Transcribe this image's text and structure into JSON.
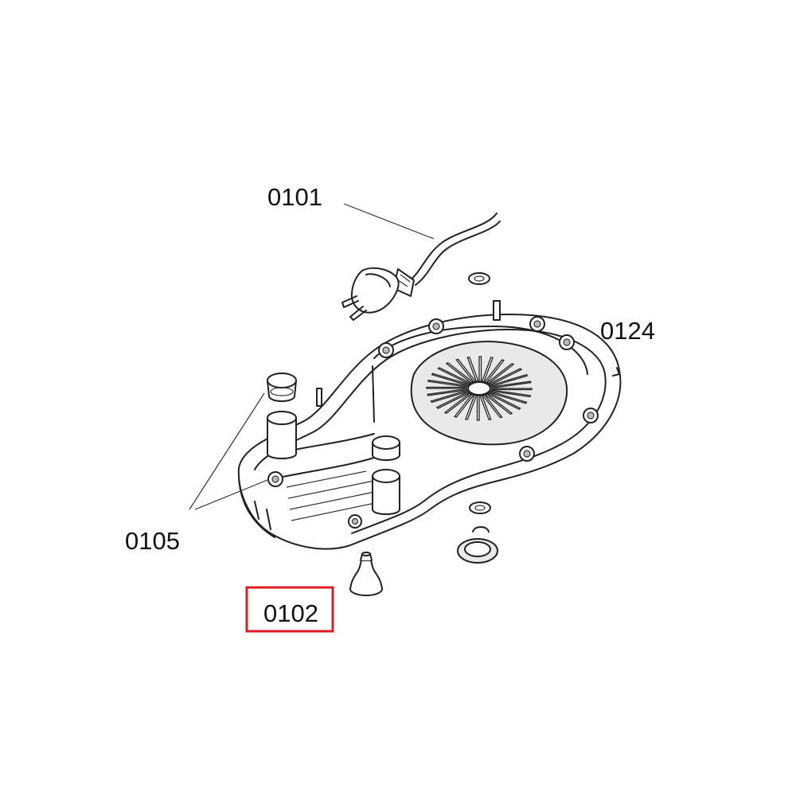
{
  "labels": {
    "cord": "0101",
    "base": "0124",
    "feet": "0105",
    "foot_pin": "0102"
  },
  "highlight": {
    "target": "0102",
    "color": "#e11b22"
  }
}
